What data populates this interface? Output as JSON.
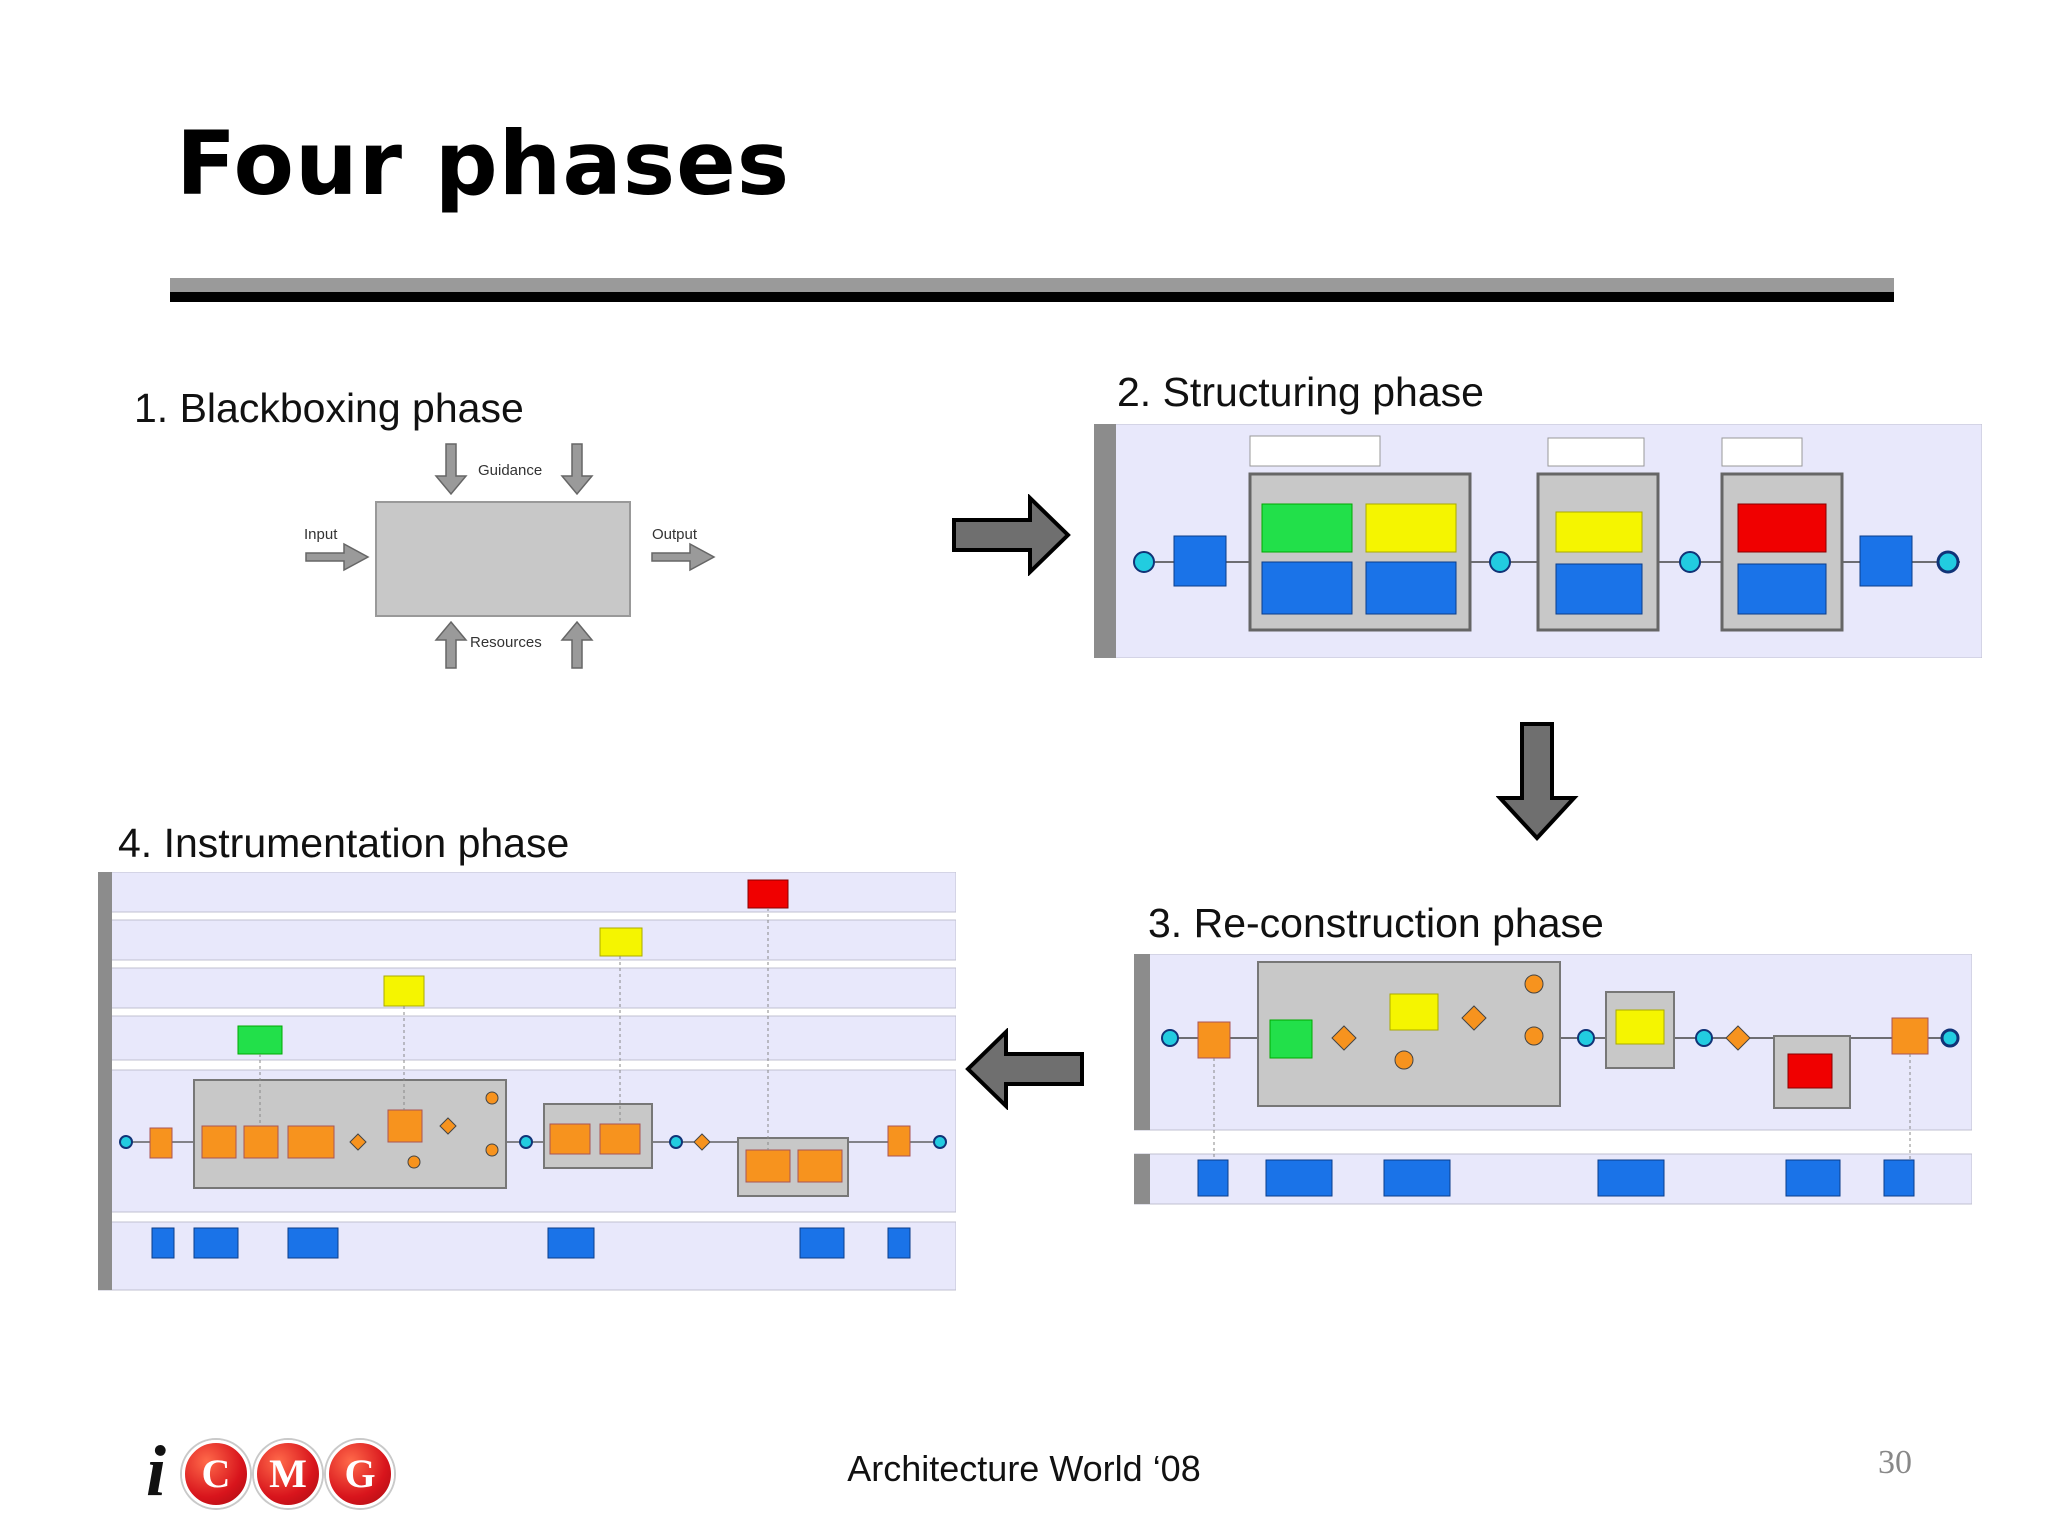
{
  "slide": {
    "title": "Four phases",
    "footer_center": "Architecture World ‘08",
    "page_number": "30",
    "logo": {
      "prefix": "i",
      "letters": [
        "C",
        "M",
        "G"
      ],
      "color": "#d8141c"
    }
  },
  "phases": [
    {
      "label": "1. Blackboxing phase"
    },
    {
      "label": "2. Structuring phase"
    },
    {
      "label": "3. Re-construction phase"
    },
    {
      "label": "4. Instrumentation phase"
    }
  ],
  "blackbox": {
    "input": "Input",
    "output": "Output",
    "guidance": "Guidance",
    "resources": "Resources"
  },
  "colors": {
    "lane_bg": "#e8e8fb",
    "lane_header": "#8c8c8c",
    "task_blue": "#1a73e8",
    "green": "#22e04a",
    "yellow": "#f5f500",
    "red": "#f00000",
    "orange": "#f7931e",
    "event": "#22cce0",
    "subprocess": "#c8c8c8",
    "arrow_fill": "#6f6f6f"
  },
  "icons": [
    "right-arrow-icon",
    "down-arrow-icon",
    "left-arrow-icon",
    "start-event-icon",
    "end-event-icon",
    "gateway-icon"
  ]
}
